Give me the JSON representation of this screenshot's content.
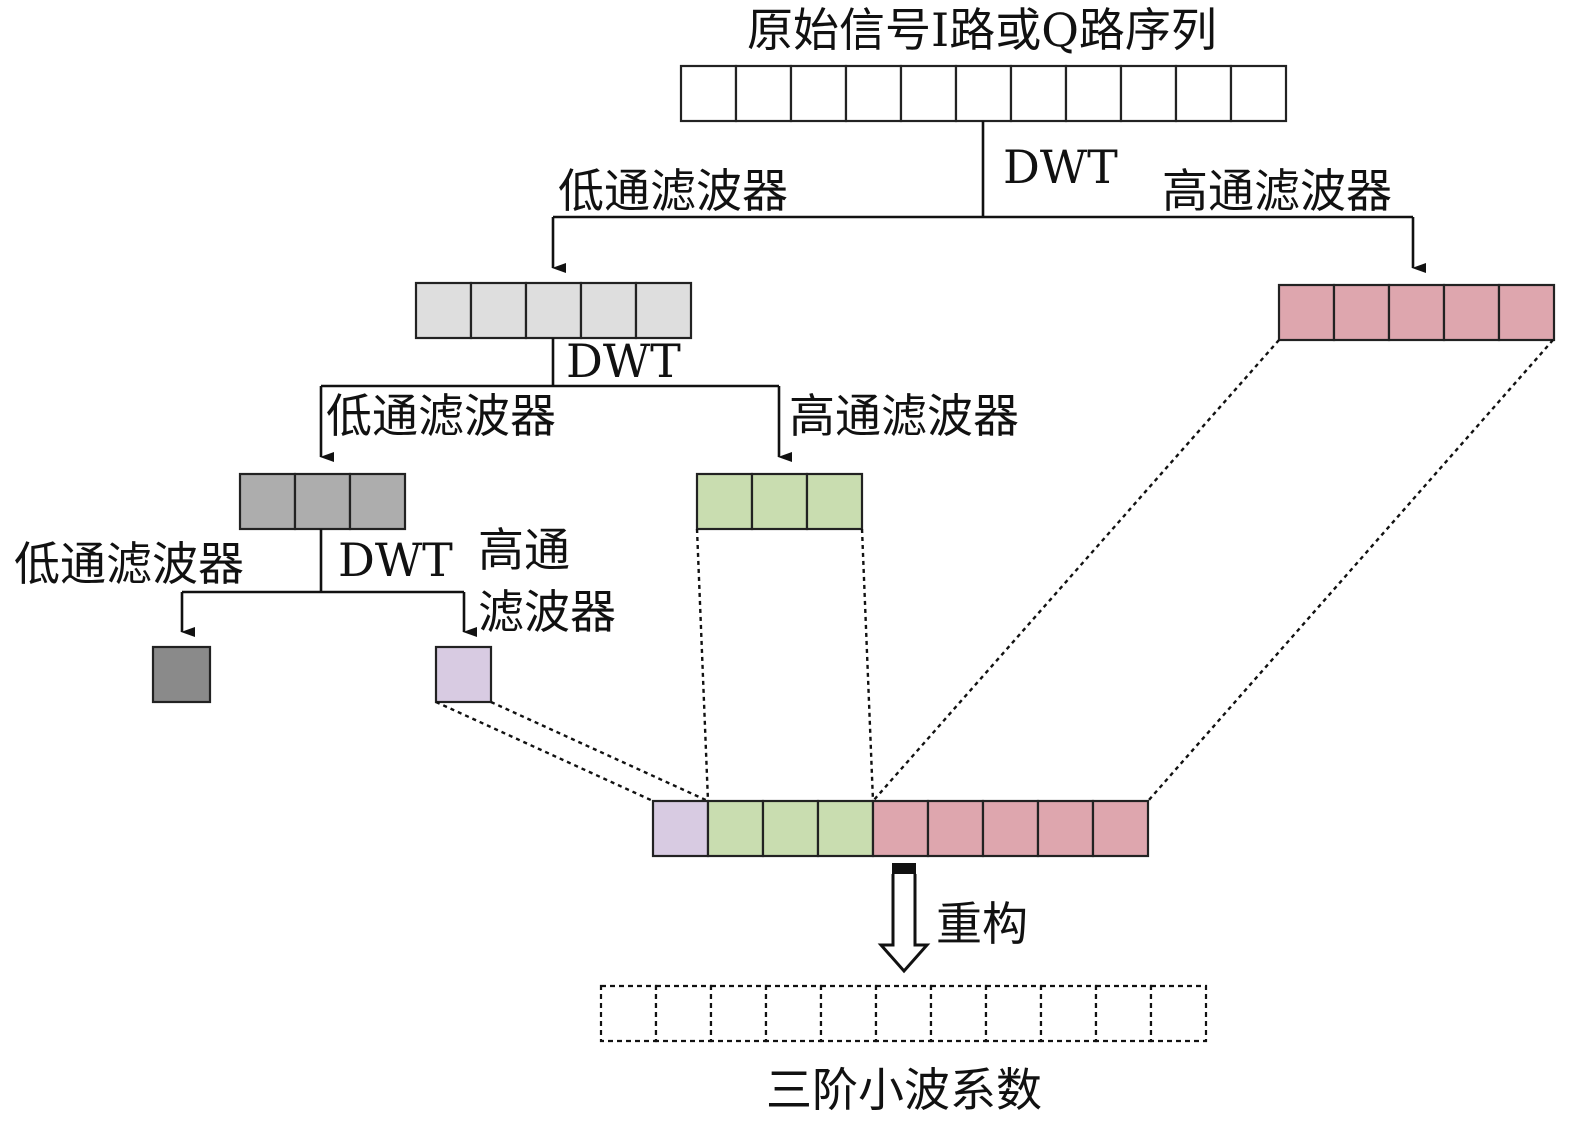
{
  "diagram": {
    "title": "原始信号I路或Q路序列",
    "colors": {
      "original": "#ffffff",
      "level1_low": "#dedede",
      "level1_high": "#dea6ae",
      "level2_low": "#adadad",
      "level2_high": "#c9ddb0",
      "level3_low": "#8a8a8a",
      "level3_high": "#d8cbe2",
      "reconstructed": "#ffffff"
    },
    "labels": {
      "dwt_1": "DWT",
      "dwt_2": "DWT",
      "dwt_3": "DWT",
      "low_1": "低通滤波器",
      "high_1": "高通滤波器",
      "low_2": "低通滤波器",
      "high_2": "高通滤波器",
      "low_3": "低通滤波器",
      "high_3_line1": "高通",
      "high_3_line2": "滤波器",
      "reconstruct": "重构",
      "result": "三阶小波系数"
    }
  }
}
